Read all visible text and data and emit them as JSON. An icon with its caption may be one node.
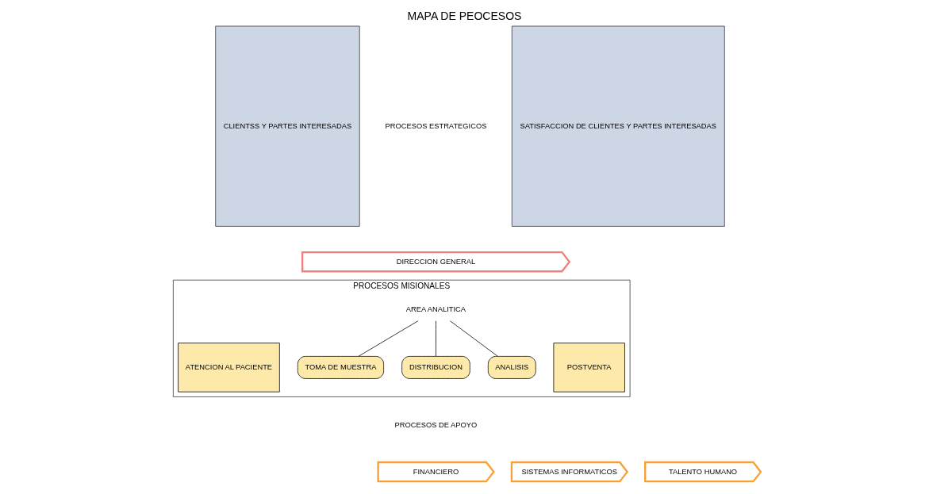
{
  "diagram": {
    "title": "MAPA DE PEOCESOS",
    "nodes": [
      {
        "text": [
          "CLIENTSS Y PARTES INTERESADAS"
        ]
      },
      {
        "text": [
          "DIRECCION GENERAL"
        ]
      },
      {
        "text": [
          "PROCESOS MISIONALES"
        ]
      },
      {
        "text": [
          "AREA ANALITICA"
        ],
        "in": 2
      },
      {
        "text": [
          "ATENCION AL PACIENTE"
        ],
        "in": 2
      },
      {
        "text": [
          "TOMA DE MUESTRA"
        ],
        "in": 2
      },
      {
        "text": [
          "DISTRIBUCION"
        ],
        "in": 2
      },
      {
        "text": [
          "ANALISIS"
        ],
        "in": 2
      },
      {
        "text": [
          "POSTVENTA"
        ],
        "in": 2
      },
      {
        "text": [
          "TALENTO HUMANO"
        ]
      },
      {
        "text": [
          "FINANCIERO"
        ]
      },
      {
        "text": [
          "SISTEMAS INFORMATICOS"
        ]
      },
      {
        "text": [
          "SATISFACCION DE CLIENTES Y PARTES INTERESADAS"
        ]
      }
    ],
    "edges": [
      {
        "from": 3,
        "to": 5,
        "arrow": "none"
      },
      {
        "from": 3,
        "to": 6,
        "arrow": "none"
      },
      {
        "from": 3,
        "to": 7,
        "arrow": "none"
      }
    ],
    "labels": [
      "PROCESOS ESTRATEGICOS",
      "PROCESOS DE APOYO"
    ]
  }
}
